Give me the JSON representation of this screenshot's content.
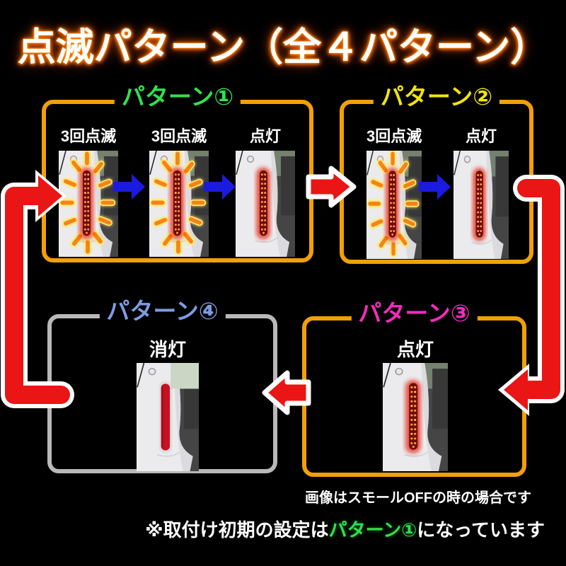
{
  "title": "点滅パターン（全４パターン）",
  "colors": {
    "pattern1": "#2fe24d",
    "pattern2": "#f2e40c",
    "pattern3": "#f42cbc",
    "pattern4": "#7e9ce2",
    "box-border": "#f2a007",
    "box4-border": "#b9b9b9",
    "flow-arrow": "#ea1515",
    "step-arrow": "#1b1bdf"
  },
  "patterns": [
    {
      "label": "パターン①",
      "steps": [
        {
          "label": "3回点滅",
          "state": "flashing"
        },
        {
          "label": "3回点滅",
          "state": "flashing"
        },
        {
          "label": "点灯",
          "state": "lit"
        }
      ]
    },
    {
      "label": "パターン②",
      "steps": [
        {
          "label": "3回点滅",
          "state": "flashing"
        },
        {
          "label": "点灯",
          "state": "lit"
        }
      ]
    },
    {
      "label": "パターン③",
      "steps": [
        {
          "label": "点灯",
          "state": "lit"
        }
      ]
    },
    {
      "label": "パターン④",
      "steps": [
        {
          "label": "消灯",
          "state": "off"
        }
      ]
    }
  ],
  "notes": {
    "line1": "画像はスモールOFFの時の場合です",
    "line2_prefix": "※取付け初期の設定は",
    "line2_highlight": "パターン①",
    "line2_suffix": "になっています"
  }
}
